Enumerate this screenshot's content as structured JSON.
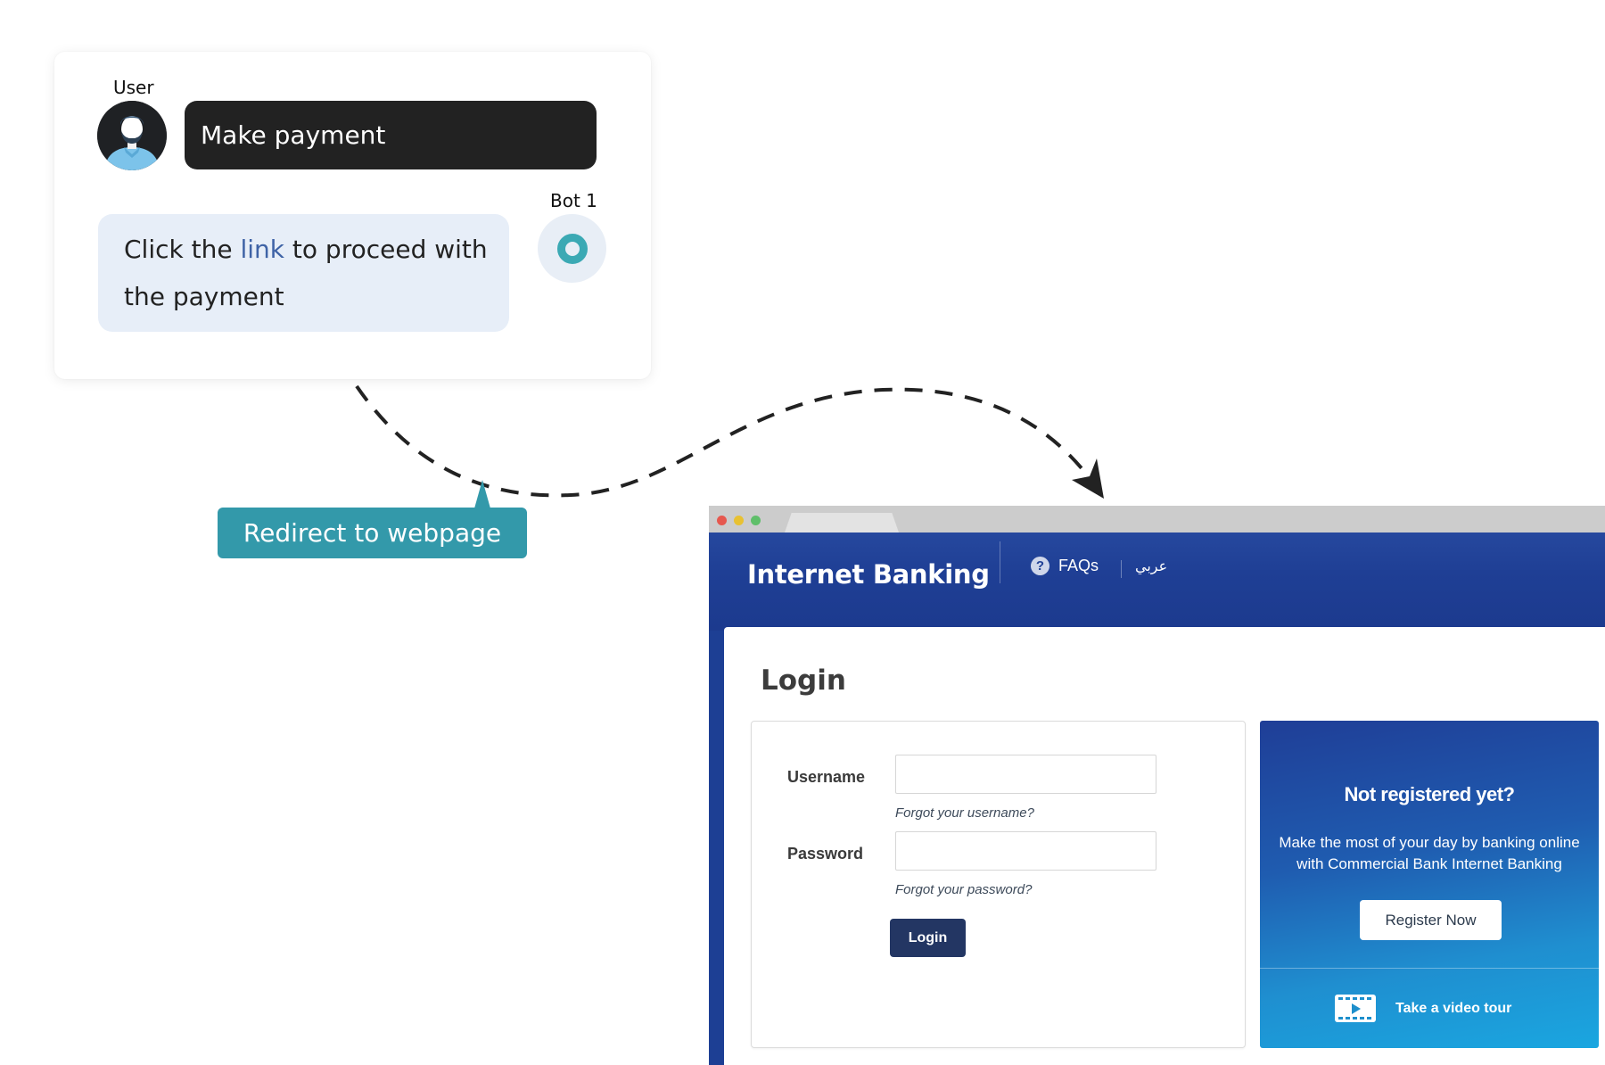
{
  "chat": {
    "user": {
      "label": "User",
      "message": "Make payment",
      "avatar_icon": "user-avatar-icon"
    },
    "bot": {
      "label": "Bot 1",
      "message_before_link": "Click the ",
      "link_text": "link",
      "message_after_link": " to proceed with the payment",
      "avatar_icon": "bot-ring-icon"
    }
  },
  "flow": {
    "redirect_label": "Redirect to webpage",
    "arrow_icon": "dashed-arrow-icon"
  },
  "browser": {
    "header": {
      "brand": "Internet Banking",
      "faq_label": "FAQs",
      "faq_icon": "help-icon",
      "language_label": "عربي"
    },
    "login": {
      "title": "Login",
      "username_label": "Username",
      "username_value": "",
      "forgot_username": "Forgot your username?",
      "password_label": "Password",
      "password_value": "",
      "forgot_password": "Forgot your password?",
      "login_button": "Login"
    },
    "promo": {
      "title": "Not registered yet?",
      "text_line1": "Make the most of your day by banking online",
      "text_line2": "with Commercial Bank Internet Banking",
      "register_button": "Register Now",
      "video_label": "Take a video tour",
      "video_icon": "video-play-icon"
    }
  },
  "colors": {
    "user_bubble": "#222222",
    "bot_bubble": "#e7eef8",
    "link": "#3f63a6",
    "redirect_tag": "#3399aa",
    "bot_ring": "#3ba9b4",
    "bank_header": "#1f3f95",
    "login_button": "#233663"
  }
}
